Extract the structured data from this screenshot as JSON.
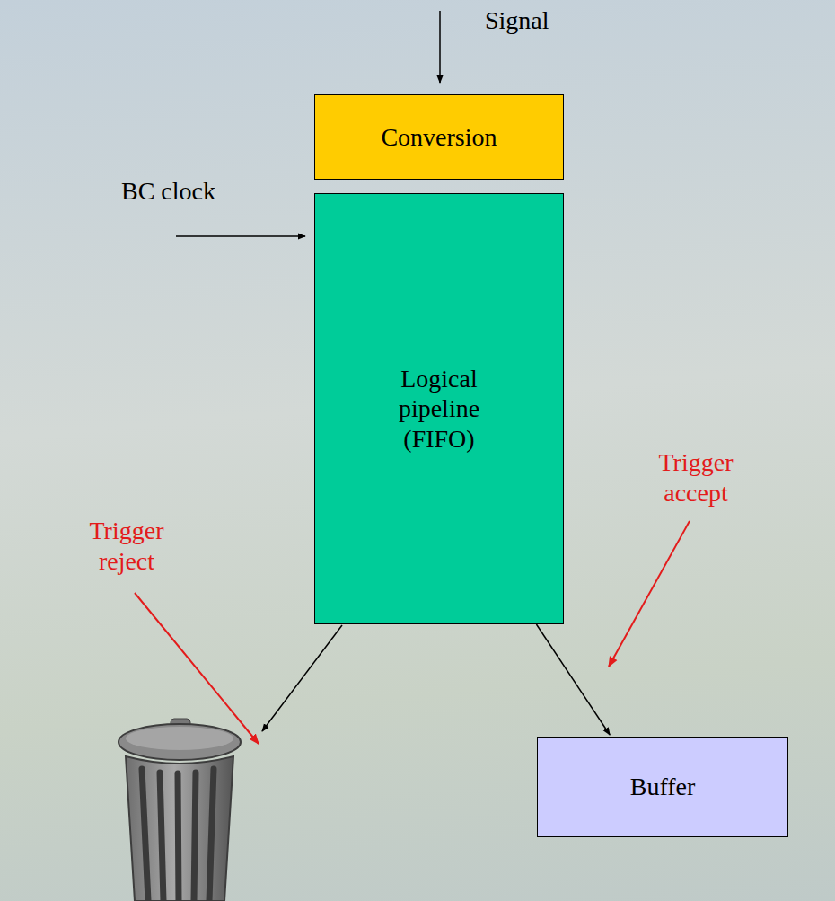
{
  "diagram": {
    "nodes": [
      {
        "text": [
          "Conversion"
        ]
      },
      {
        "text": [
          "Logical pipeline (FIFO)"
        ]
      },
      {
        "text": [
          "Buffer"
        ]
      }
    ],
    "edges": [
      {
        "from": 1,
        "to": 2,
        "arrow": "to"
      }
    ],
    "labels": [
      "Signal",
      "BC clock",
      "Trigger reject",
      "Trigger accept"
    ]
  }
}
